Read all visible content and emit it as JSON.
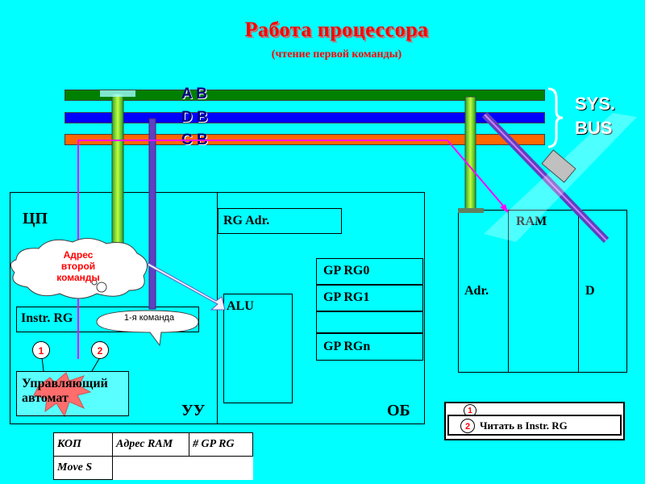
{
  "title": "Работа процессора",
  "subtitle": "(чтение первой команды)",
  "buses": {
    "ab": "A B",
    "db": "D B",
    "cb": "C B",
    "sys_line1": "SYS.",
    "sys_line2": "BUS"
  },
  "colors": {
    "ab": "#008000",
    "db": "#0000ff",
    "cb": "#ff6600",
    "accent": "#ff00ff",
    "title": "#ff0000"
  },
  "cpu": {
    "label": "ЦП",
    "rg_adr": "RG Adr.",
    "alu": "ALU",
    "gp_rg0": "GP RG0",
    "gp_rg1": "GP RG1",
    "gp_rgn": "GP RGn",
    "instr_rg": "Instr. RG",
    "control_unit": "Управляющий автомат",
    "uu": "УУ",
    "ob": "ОБ"
  },
  "callouts": {
    "next_address": "Адрес второй команды",
    "first_command": "1-я команда"
  },
  "ram": {
    "title": "RAM",
    "adr": "Adr.",
    "d": "D"
  },
  "steps": [
    {
      "num": "1",
      "label": ""
    },
    {
      "num": "2",
      "label": "Читать в Instr. RG"
    }
  ],
  "format_table": {
    "headers": [
      "КОП",
      "Адрес RAM",
      "# GP RG"
    ],
    "row": [
      "Move S",
      "",
      ""
    ]
  }
}
